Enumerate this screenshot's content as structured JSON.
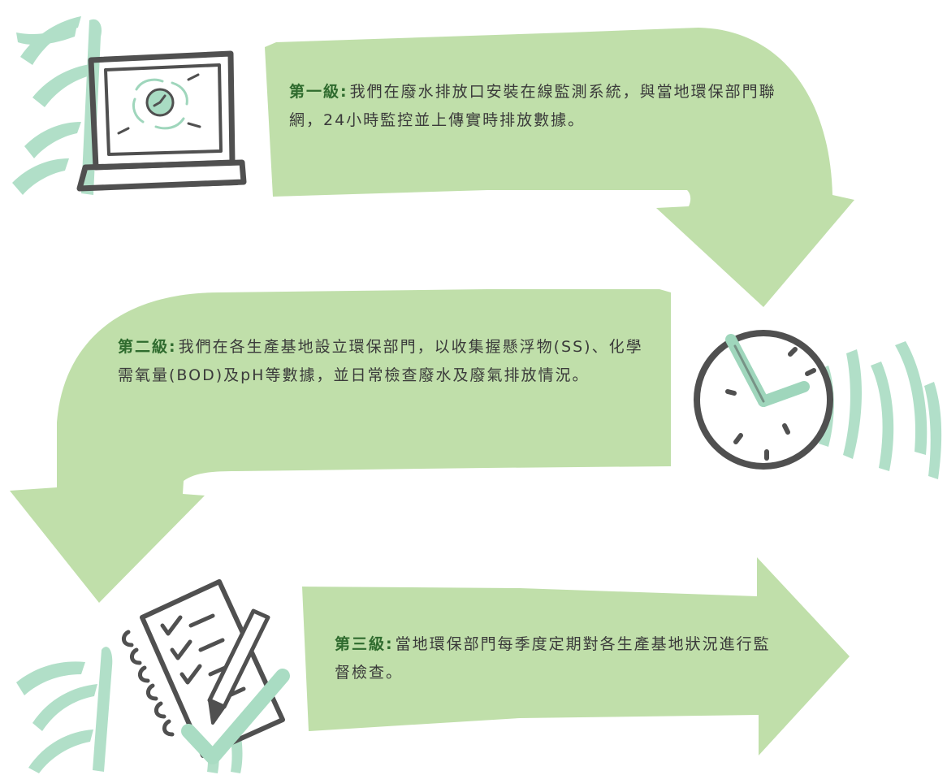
{
  "colors": {
    "arrow_fill": "#c0dfaa",
    "accent_teal": "#9fd6bc",
    "ink": "#505050",
    "label": "#2f6b2e"
  },
  "icons": [
    "laptop-icon",
    "clock-icon",
    "checklist-icon",
    "plant-leaves-icon"
  ],
  "steps": [
    {
      "label": "第一級",
      "colon": ":",
      "text": "我們在廢水排放口安裝在線監測系統，與當地環保部門聯網，24小時監控並上傳實時排放數據。"
    },
    {
      "label": "第二級",
      "colon": ":",
      "text": "我們在各生產基地設立環保部門，以收集握懸浮物(SS)、化學需氧量(BOD)及pH等數據，並日常檢查廢水及廢氣排放情況。"
    },
    {
      "label": "第三級",
      "colon": ":",
      "text": "當地環保部門每季度定期對各生產基地狀況進行監督檢查。"
    }
  ]
}
